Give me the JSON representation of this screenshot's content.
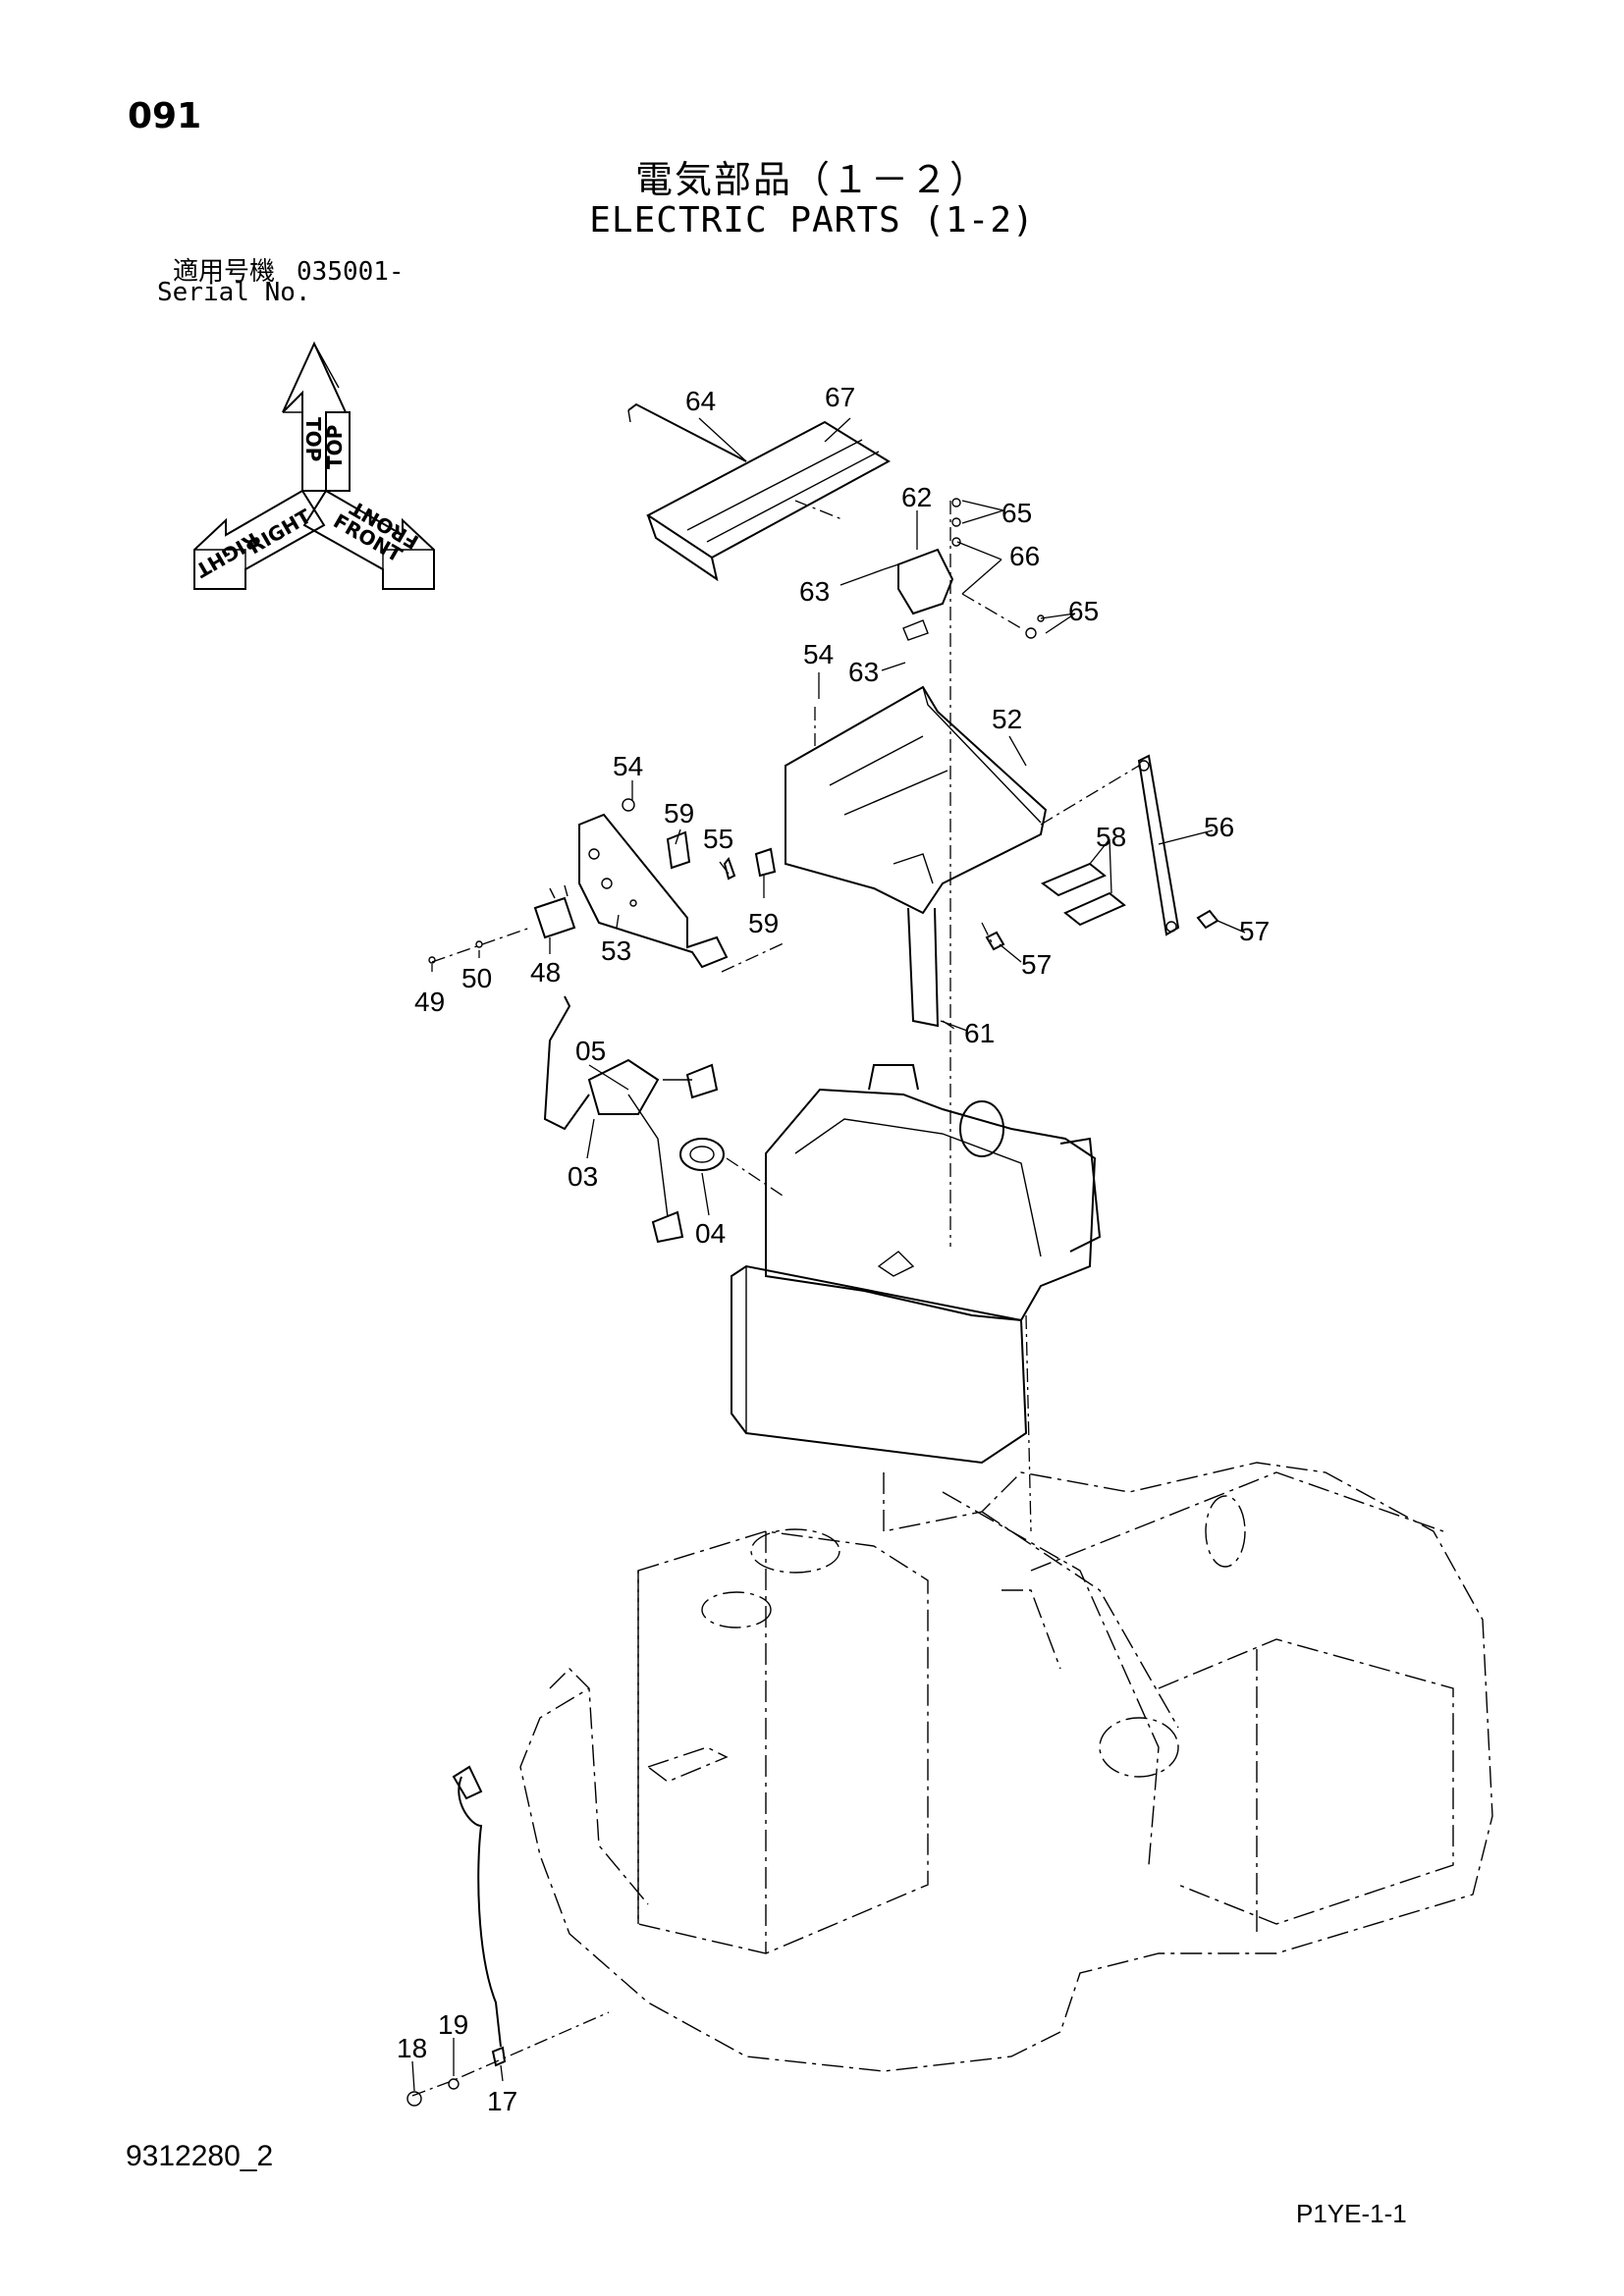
{
  "header": {
    "page_number": "091",
    "title_ja": "電気部品（１－２）",
    "title_en": "ELECTRIC PARTS (1-2)",
    "serial_label_ja": "適用号機",
    "serial_value": "035001-",
    "serial_label_en": "Serial No."
  },
  "orientation": {
    "top_label": "TOP",
    "right_label": "RIGHT",
    "front_label": "FRONT"
  },
  "callouts": [
    "64",
    "67",
    "62",
    "65",
    "66",
    "63",
    "65",
    "63",
    "54",
    "52",
    "54",
    "59",
    "55",
    "56",
    "58",
    "59",
    "57",
    "48",
    "53",
    "49",
    "50",
    "57",
    "61",
    "05",
    "03",
    "04",
    "18",
    "19",
    "17"
  ],
  "footer": {
    "doc_id": "9312280_2",
    "page_code": "P1YE-1-1"
  }
}
